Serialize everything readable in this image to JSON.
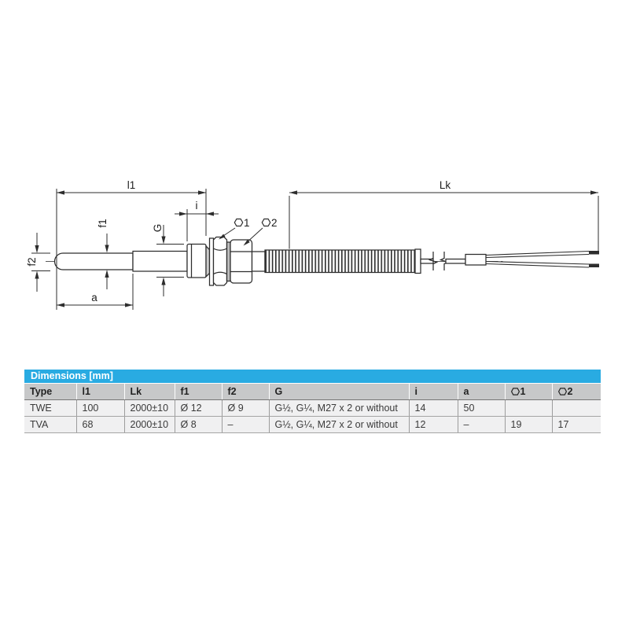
{
  "drawing": {
    "labels": {
      "l1": "l1",
      "lk": "Lk",
      "i": "i",
      "f1": "f1",
      "f2": "f2",
      "g": "G",
      "a": "a",
      "o1": "1",
      "o2": "2"
    },
    "symbols": {
      "hexagon": "⬡",
      "diameter": "Ø"
    }
  },
  "table": {
    "title": "Dimensions [mm]",
    "columns": [
      "Type",
      "l1",
      "Lk",
      "f1",
      "f2",
      "G",
      "i",
      "a",
      "1",
      "2"
    ],
    "rows": [
      {
        "type": "TWE",
        "l1": "100",
        "lk": "2000±10",
        "f1": "Ø 12",
        "f2": "Ø 9",
        "g": "G½, G¼, M27 x 2 or without",
        "i": "14",
        "a": "50",
        "o1": "",
        "o2": ""
      },
      {
        "type": "TVA",
        "l1": "68",
        "lk": "2000±10",
        "f1": "Ø 8",
        "f2": "–",
        "g": "G½, G¼, M27 x 2 or without",
        "i": "12",
        "a": "–",
        "o1": "19",
        "o2": "17"
      }
    ],
    "colors": {
      "title_bg": "#29abe2",
      "title_text": "#ffffff",
      "header_bg": "#c7c8c9",
      "row_bg": "#f0f0f1"
    }
  }
}
